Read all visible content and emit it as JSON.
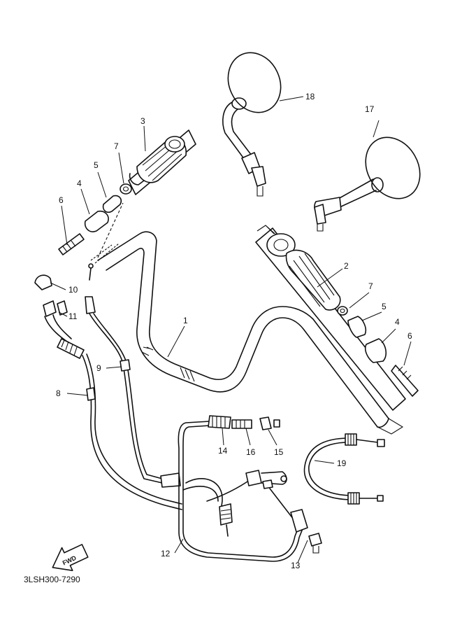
{
  "diagram_code": "3LSH300-7290",
  "fwd_label": "FWD",
  "callouts": {
    "c1": "1",
    "c2": "2",
    "c3": "3",
    "c4a": "4",
    "c4b": "4",
    "c5a": "5",
    "c5b": "5",
    "c6a": "6",
    "c6b": "6",
    "c7a": "7",
    "c7b": "7",
    "c8": "8",
    "c9": "9",
    "c10": "10",
    "c11": "11",
    "c12": "12",
    "c13": "13",
    "c14": "14",
    "c15": "15",
    "c16": "16",
    "c17": "17",
    "c18": "18",
    "c19": "19"
  }
}
